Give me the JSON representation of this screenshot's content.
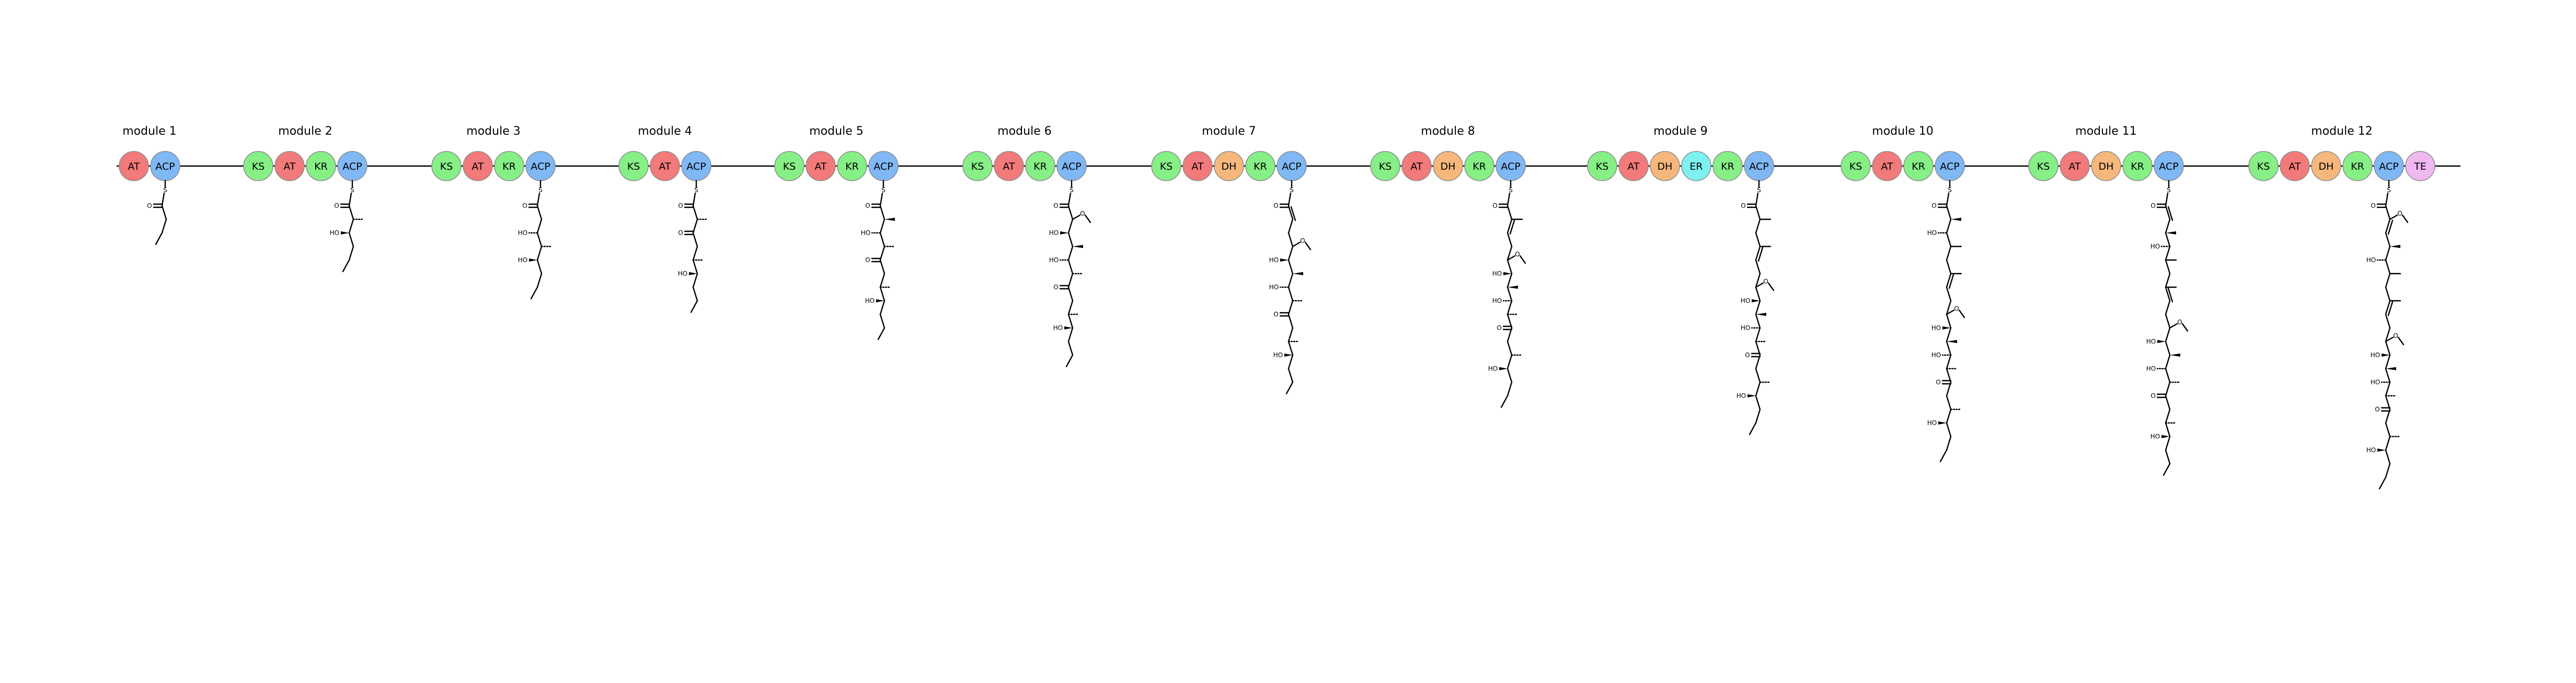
{
  "diagram": {
    "colors": {
      "KS": "#86ef86",
      "AT": "#f27a7a",
      "KR": "#86ef86",
      "ACP": "#7fb8f5",
      "DH": "#f5b77c",
      "ER": "#7df0f2",
      "TE": "#f0b8f0",
      "line": "#000000",
      "circle_border": "#8c8c8c"
    },
    "modules": [
      {
        "title": "module 1",
        "domains": [
          "AT",
          "ACP"
        ],
        "chain": [
          "C",
          "C"
        ]
      },
      {
        "title": "module 2",
        "domains": [
          "KS",
          "AT",
          "KR",
          "ACP"
        ],
        "chain": [
          "Me-h",
          "OH-w",
          "C",
          "C"
        ]
      },
      {
        "title": "module 3",
        "domains": [
          "KS",
          "AT",
          "KR",
          "ACP"
        ],
        "chain": [
          "C",
          "OH-h",
          "Me-h",
          "OH-w",
          "C",
          "C"
        ]
      },
      {
        "title": "module 4",
        "domains": [
          "KS",
          "AT",
          "ACP"
        ],
        "chain": [
          "Me-h",
          "O",
          "C",
          "Me-h",
          "OH-w",
          "C",
          "C"
        ]
      },
      {
        "title": "module 5",
        "domains": [
          "KS",
          "AT",
          "KR",
          "ACP"
        ],
        "chain": [
          "Me-w",
          "OH-h",
          "Me-h",
          "O",
          "C",
          "Me-h",
          "OH-w",
          "C",
          "C"
        ]
      },
      {
        "title": "module 6",
        "domains": [
          "KS",
          "AT",
          "KR",
          "ACP"
        ],
        "chain": [
          "OMe",
          "OH-w",
          "Me-w",
          "OH-h",
          "Me-h",
          "O",
          "C",
          "Me-h",
          "OH-w",
          "C",
          "C"
        ]
      },
      {
        "title": "module 7",
        "domains": [
          "KS",
          "AT",
          "DH",
          "KR",
          "ACP"
        ],
        "chain": [
          "=",
          "C",
          "OMe",
          "OH-w",
          "Me-w",
          "OH-h",
          "Me-h",
          "O",
          "C",
          "Me-h",
          "OH-w",
          "C",
          "C"
        ]
      },
      {
        "title": "module 8",
        "domains": [
          "KS",
          "AT",
          "DH",
          "KR",
          "ACP"
        ],
        "chain": [
          "Me",
          "=",
          "C",
          "OMe",
          "OH-w",
          "Me-w",
          "OH-h",
          "Me-h",
          "O",
          "C",
          "Me-h",
          "OH-w",
          "C",
          "C"
        ]
      },
      {
        "title": "module 9",
        "domains": [
          "KS",
          "AT",
          "DH",
          "ER",
          "KR",
          "ACP"
        ],
        "chain": [
          "Me",
          "C",
          "Me",
          "=",
          "C",
          "OMe",
          "OH-w",
          "Me-w",
          "OH-h",
          "Me-h",
          "O",
          "C",
          "Me-h",
          "OH-w",
          "C",
          "C"
        ]
      },
      {
        "title": "module 10",
        "domains": [
          "KS",
          "AT",
          "KR",
          "ACP"
        ],
        "chain": [
          "Me-w",
          "OH-h",
          "Me",
          "C",
          "Me",
          "=",
          "C",
          "OMe",
          "OH-w",
          "Me-w",
          "OH-h",
          "Me-h",
          "O",
          "C",
          "Me-h",
          "OH-w",
          "C",
          "C"
        ]
      },
      {
        "title": "module 11",
        "domains": [
          "KS",
          "AT",
          "DH",
          "KR",
          "ACP"
        ],
        "chain": [
          "=",
          "Me-w",
          "OH-h",
          "Me",
          "C",
          "Me",
          "=",
          "C",
          "OMe",
          "OH-w",
          "Me-w",
          "OH-h",
          "Me-h",
          "O",
          "C",
          "Me-h",
          "OH-w",
          "C",
          "C"
        ]
      },
      {
        "title": "module 12",
        "domains": [
          "KS",
          "AT",
          "DH",
          "KR",
          "ACP",
          "TE"
        ],
        "chain": [
          "OMe",
          "=",
          "Me-w",
          "OH-h",
          "Me",
          "C",
          "Me",
          "=",
          "C",
          "OMe",
          "OH-w",
          "Me-w",
          "OH-h",
          "Me-h",
          "O",
          "C",
          "Me-h",
          "OH-w",
          "C",
          "C"
        ]
      }
    ],
    "atom_labels": {
      "sulfur": "S",
      "carbonyl": "O",
      "hydroxyl": "HO"
    }
  }
}
